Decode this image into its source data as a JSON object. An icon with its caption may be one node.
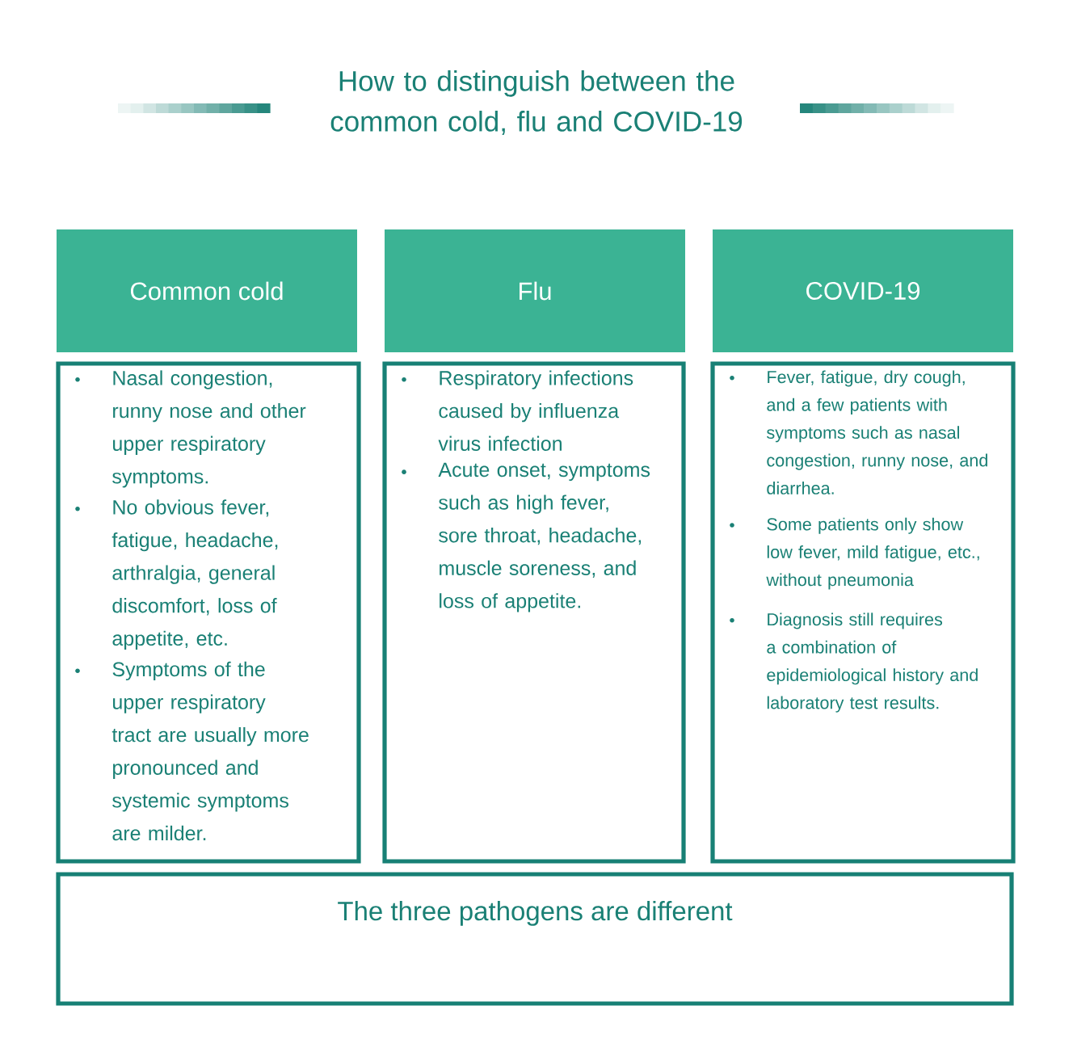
{
  "diagram": {
    "title": "How to distinguish between the common cold, flu and COVID-19",
    "nodes": [
      {
        "text": [
          "Common cold"
        ]
      },
      {
        "text": [
          "Flu"
        ]
      },
      {
        "text": [
          "COVID-19"
        ]
      },
      {
        "text": [
          "Nasal congestion, runny nose and other upper respiratory symptoms.",
          "No obvious fever, fatigue, headache, arthralgia, general discomfort, loss of appetite, etc.",
          "Symptoms of the upper respiratory tract are usually more pronounced and systemic symptoms are milder."
        ]
      },
      {
        "text": [
          "Respiratory infections caused by influenza virus infection",
          "Acute onset, symptoms such as high fever, sore throat, headache, muscle soreness, and loss of appetite."
        ]
      },
      {
        "text": [
          "Fever, fatigue, dry cough, and a few patients with symptoms such as nasal congestion, runny nose, and diarrhea.",
          "Some patients only show low fever, mild fatigue, etc., without pneumonia",
          "Diagnosis still requires a combination of epidemiological history and laboratory test results."
        ]
      },
      {
        "text": [
          "The three pathogens are different"
        ]
      }
    ]
  }
}
